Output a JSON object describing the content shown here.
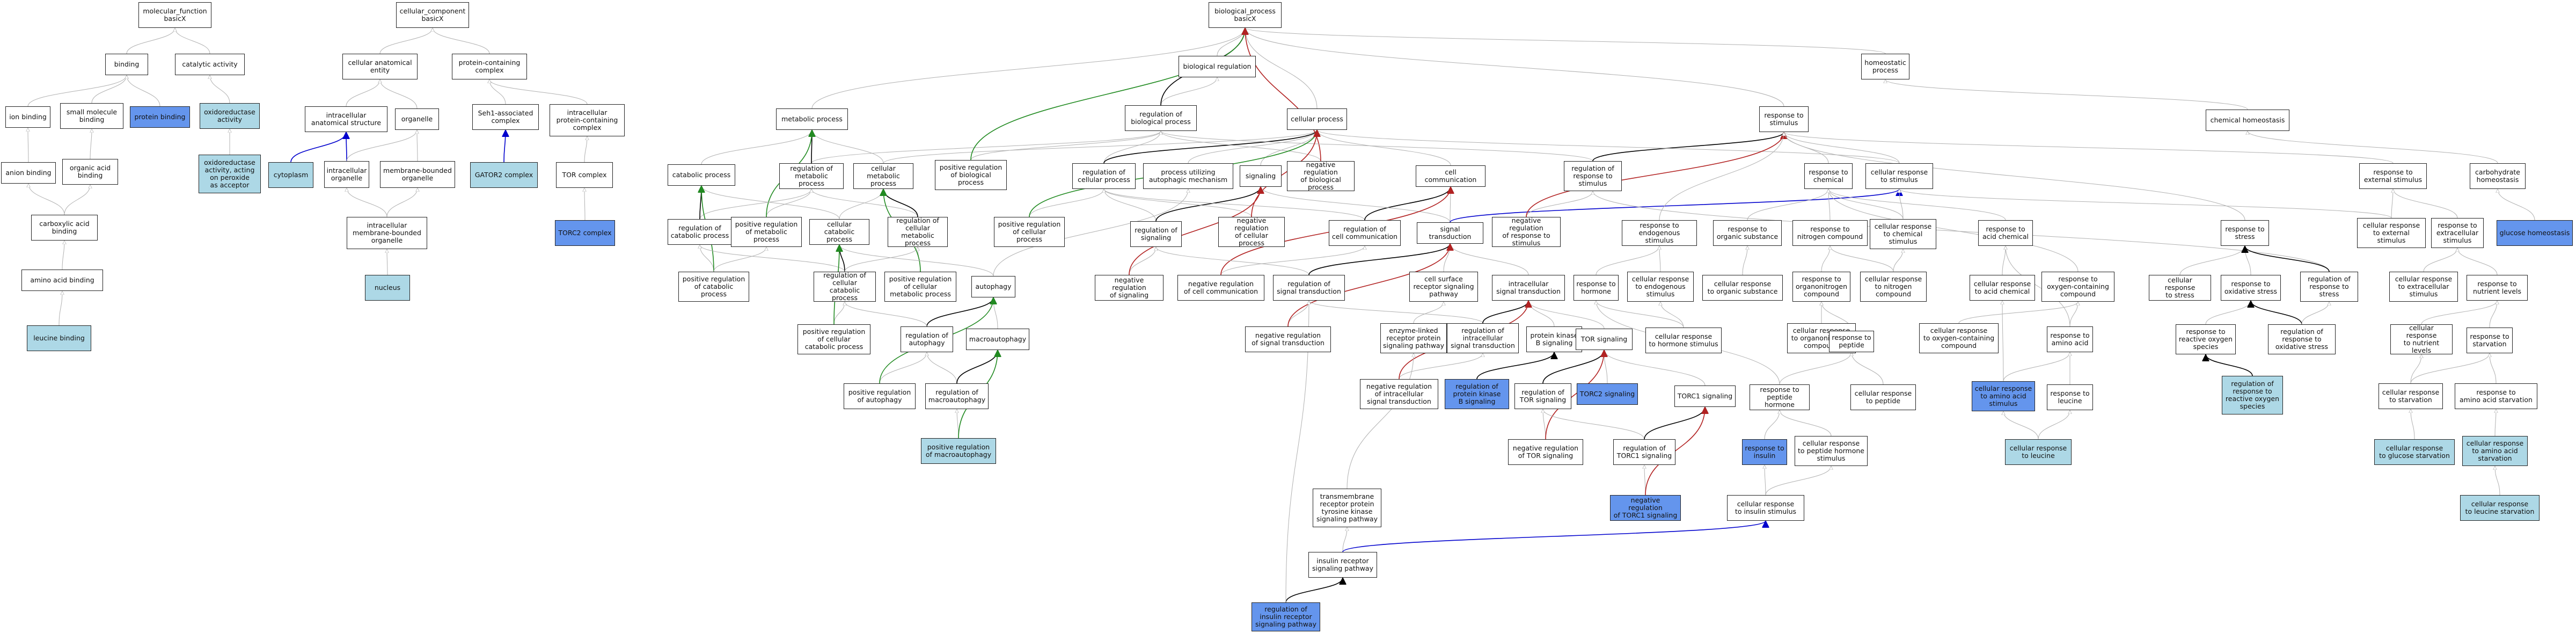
{
  "colors": {
    "light": "#add8e6",
    "dark": "#6495ed",
    "gray": "#b0b0b0",
    "black": "#000000",
    "green": "#228b22",
    "blue": "#0000cd",
    "red": "#b22222"
  },
  "nodes": {
    "bp": {
      "label": "biological_process\nbasicX"
    },
    "mf": {
      "label": "molecular_function\nbasicX"
    },
    "cc": {
      "label": "cellular_component\nbasicX"
    },
    "binding": {
      "label": "binding"
    },
    "catalytic": {
      "label": "catalytic activity"
    },
    "ion_binding": {
      "label": "ion binding"
    },
    "small_mol": {
      "label": "small molecule\nbinding"
    },
    "protein_binding": {
      "label": "protein binding"
    },
    "oxidoreductase": {
      "label": "oxidoreductase\nactivity"
    },
    "anion_binding": {
      "label": "anion binding"
    },
    "organic_acid": {
      "label": "organic acid\nbinding"
    },
    "oxido_peroxide": {
      "label": "oxidoreductase\nactivity, acting\non peroxide\nas acceptor"
    },
    "carboxylic": {
      "label": "carboxylic acid\nbinding"
    },
    "aa_binding": {
      "label": "amino acid binding"
    },
    "leucine_binding": {
      "label": "leucine binding"
    },
    "cell_anat": {
      "label": "cellular anatomical\nentity"
    },
    "protein_complex": {
      "label": "protein-containing\ncomplex"
    },
    "intracell_anat": {
      "label": "intracellular\nanatomical structure"
    },
    "organelle": {
      "label": "organelle"
    },
    "seh1": {
      "label": "Seh1-associated\ncomplex"
    },
    "intracell_pcc": {
      "label": "intracellular\nprotein-containing\ncomplex"
    },
    "cytoplasm": {
      "label": "cytoplasm"
    },
    "intracell_org": {
      "label": "intracellular\norganelle"
    },
    "membrane_org": {
      "label": "membrane-bounded\norganelle"
    },
    "gator2": {
      "label": "GATOR2 complex"
    },
    "tor_complex": {
      "label": "TOR complex"
    },
    "intra_mb_org": {
      "label": "intracellular\nmembrane-bounded\norganelle"
    },
    "torc2_complex": {
      "label": "TORC2 complex"
    },
    "nucleus": {
      "label": "nucleus"
    },
    "bio_reg": {
      "label": "biological regulation"
    },
    "homeostatic": {
      "label": "homeostatic\nprocess"
    },
    "metabolic": {
      "label": "metabolic process"
    },
    "reg_bp": {
      "label": "regulation of\nbiological process"
    },
    "cellular_process": {
      "label": "cellular process"
    },
    "resp_stim": {
      "label": "response to\nstimulus"
    },
    "chem_homeo": {
      "label": "chemical homeostasis"
    },
    "catabolic": {
      "label": "catabolic process"
    },
    "reg_metabolic": {
      "label": "regulation of\nmetabolic process"
    },
    "cell_metabolic": {
      "label": "cellular metabolic\nprocess"
    },
    "pos_reg_bp": {
      "label": "positive regulation\nof biological\nprocess"
    },
    "reg_cell_process": {
      "label": "regulation of\ncellular process"
    },
    "proc_autophagic": {
      "label": "process utilizing\nautophagic mechanism"
    },
    "signaling": {
      "label": "signaling"
    },
    "neg_reg_bp": {
      "label": "negative regulation\nof biological\nprocess"
    },
    "cell_comm": {
      "label": "cell communication"
    },
    "reg_resp_stim": {
      "label": "regulation of\nresponse to\nstimulus"
    },
    "resp_chemical": {
      "label": "response to\nchemical"
    },
    "cell_resp_stim": {
      "label": "cellular response\nto stimulus"
    },
    "resp_ext_stim": {
      "label": "response to\nexternal stimulus"
    },
    "carb_homeo": {
      "label": "carbohydrate\nhomeostasis"
    },
    "reg_catabolic": {
      "label": "regulation of\ncatabolic process"
    },
    "pos_reg_metabolic": {
      "label": "positive regulation\nof metabolic\nprocess"
    },
    "cell_catabolic": {
      "label": "cellular catabolic\nprocess"
    },
    "reg_cell_metabolic": {
      "label": "regulation of\ncellular metabolic\nprocess"
    },
    "pos_reg_cell_process": {
      "label": "positive regulation\nof cellular\nprocess"
    },
    "reg_signaling": {
      "label": "regulation of\nsignaling"
    },
    "neg_reg_cell_process": {
      "label": "negative regulation\nof cellular\nprocess"
    },
    "reg_cell_comm": {
      "label": "regulation of\ncell communication"
    },
    "signal_transduction": {
      "label": "signal transduction"
    },
    "neg_reg_resp_stim": {
      "label": "negative regulation\nof response to\nstimulus"
    },
    "resp_endo": {
      "label": "response to\nendogenous stimulus"
    },
    "resp_organic": {
      "label": "response to\norganic substance"
    },
    "resp_nitrogen": {
      "label": "response to\nnitrogen compound"
    },
    "cell_resp_chem": {
      "label": "cellular response\nto chemical\nstimulus"
    },
    "resp_acid": {
      "label": "response to\nacid chemical"
    },
    "resp_stress": {
      "label": "response to\nstress"
    },
    "cell_resp_ext": {
      "label": "cellular response\nto external\nstimulus"
    },
    "resp_extracell": {
      "label": "response to\nextracellular\nstimulus"
    },
    "glucose_homeo": {
      "label": "glucose homeostasis"
    },
    "pos_reg_catabolic": {
      "label": "positive regulation\nof catabolic\nprocess"
    },
    "reg_cell_catabolic": {
      "label": "regulation of\ncellular catabolic\nprocess"
    },
    "pos_reg_cell_metabolic": {
      "label": "positive regulation\nof cellular\nmetabolic process"
    },
    "autophagy": {
      "label": "autophagy"
    },
    "neg_reg_signaling": {
      "label": "negative regulation\nof signaling"
    },
    "neg_reg_cell_comm": {
      "label": "negative regulation\nof cell communication"
    },
    "reg_signal_trans": {
      "label": "regulation of\nsignal transduction"
    },
    "cell_surface_rec": {
      "label": "cell surface\nreceptor signaling\npathway"
    },
    "intracell_signal": {
      "label": "intracellular\nsignal transduction"
    },
    "resp_hormone": {
      "label": "response to\nhormone"
    },
    "cell_resp_endo": {
      "label": "cellular response\nto endogenous\nstimulus"
    },
    "cell_resp_organic": {
      "label": "cellular response\nto organic substance"
    },
    "resp_organonitrogen": {
      "label": "response to\norganonitrogen\ncompound"
    },
    "cell_resp_nitrogen": {
      "label": "cellular response\nto nitrogen\ncompound"
    },
    "resp_oxygen": {
      "label": "response to\noxygen-containing\ncompound"
    },
    "cell_resp_acid": {
      "label": "cellular response\nto acid chemical"
    },
    "cell_resp_stress": {
      "label": "cellular response\nto stress"
    },
    "resp_oxidative": {
      "label": "response to\noxidative stress"
    },
    "reg_resp_stress": {
      "label": "regulation of\nresponse to\nstress"
    },
    "cell_resp_extracell": {
      "label": "cellular response\nto extracellular\nstimulus"
    },
    "resp_nutrient": {
      "label": "response to\nnutrient levels"
    },
    "pos_reg_cell_catabolic": {
      "label": "positive regulation\nof cellular\ncatabolic process"
    },
    "reg_autophagy": {
      "label": "regulation of\nautophagy"
    },
    "macroautophagy": {
      "label": "macroautophagy"
    },
    "neg_reg_signal_trans": {
      "label": "negative regulation\nof signal transduction"
    },
    "enzyme_linked": {
      "label": "enzyme-linked\nreceptor protein\nsignaling pathway"
    },
    "reg_intracell_signal": {
      "label": "regulation of\nintracellular\nsignal transduction"
    },
    "pkb_signaling": {
      "label": "protein kinase\nB signaling"
    },
    "tor_signaling": {
      "label": "TOR signaling"
    },
    "cell_resp_hormone": {
      "label": "cellular response\nto hormone stimulus"
    },
    "cell_resp_organonitrogen": {
      "label": "cellular response\nto organonitrogen\ncompound"
    },
    "resp_peptide": {
      "label": "response to\npeptide"
    },
    "cell_resp_oxygen": {
      "label": "cellular response\nto oxygen-containing\ncompound"
    },
    "resp_aa": {
      "label": "response to\namino acid"
    },
    "resp_ros": {
      "label": "response to\nreactive oxygen\nspecies"
    },
    "reg_resp_oxidative": {
      "label": "regulation of\nresponse to\noxidative stress"
    },
    "cell_resp_nutrient": {
      "label": "cellular response\nto nutrient\nlevels"
    },
    "resp_starvation": {
      "label": "response to\nstarvation"
    },
    "pos_reg_autophagy": {
      "label": "positive regulation\nof autophagy"
    },
    "reg_macroautophagy": {
      "label": "regulation of\nmacroautophagy"
    },
    "neg_reg_intracell_signal": {
      "label": "negative regulation\nof intracellular\nsignal transduction"
    },
    "reg_pkb_signaling": {
      "label": "regulation of\nprotein kinase\nB signaling"
    },
    "reg_tor_signaling": {
      "label": "regulation of\nTOR signaling"
    },
    "torc2_signaling": {
      "label": "TORC2 signaling"
    },
    "torc1_signaling": {
      "label": "TORC1 signaling"
    },
    "resp_peptide_hormone": {
      "label": "response to\npeptide hormone"
    },
    "cell_resp_peptide": {
      "label": "cellular response\nto peptide"
    },
    "cell_resp_aa": {
      "label": "cellular response\nto amino acid\nstimulus"
    },
    "resp_leucine": {
      "label": "response to\nleucine"
    },
    "reg_resp_ros": {
      "label": "regulation of\nresponse to\nreactive oxygen\nspecies"
    },
    "cell_resp_starvation": {
      "label": "cellular response\nto starvation"
    },
    "resp_aa_starvation": {
      "label": "response to\namino acid starvation"
    },
    "pos_reg_macroautophagy": {
      "label": "positive regulation\nof macroautophagy"
    },
    "neg_reg_tor_signaling": {
      "label": "negative regulation\nof TOR signaling"
    },
    "reg_torc1_signaling": {
      "label": "regulation of\nTORC1 signaling"
    },
    "resp_insulin": {
      "label": "response to\ninsulin"
    },
    "cell_resp_peptide_hormone": {
      "label": "cellular response\nto peptide hormone\nstimulus"
    },
    "cell_resp_leucine": {
      "label": "cellular response\nto leucine"
    },
    "cell_resp_glucose_starv": {
      "label": "cellular response\nto glucose starvation"
    },
    "cell_resp_aa_starv": {
      "label": "cellular response\nto amino acid\nstarvation"
    },
    "neg_reg_torc1_signaling": {
      "label": "negative regulation\nof TORC1 signaling"
    },
    "cell_resp_insulin": {
      "label": "cellular response\nto insulin stimulus"
    },
    "cell_resp_leucine_starv": {
      "label": "cellular response\nto leucine starvation"
    },
    "tmrptk": {
      "label": "transmembrane\nreceptor protein\ntyrosine kinase\nsignaling pathway"
    },
    "insulin_receptor": {
      "label": "insulin receptor\nsignaling pathway"
    },
    "reg_insulin_receptor": {
      "label": "regulation of\ninsulin receptor\nsignaling pathway"
    }
  }
}
